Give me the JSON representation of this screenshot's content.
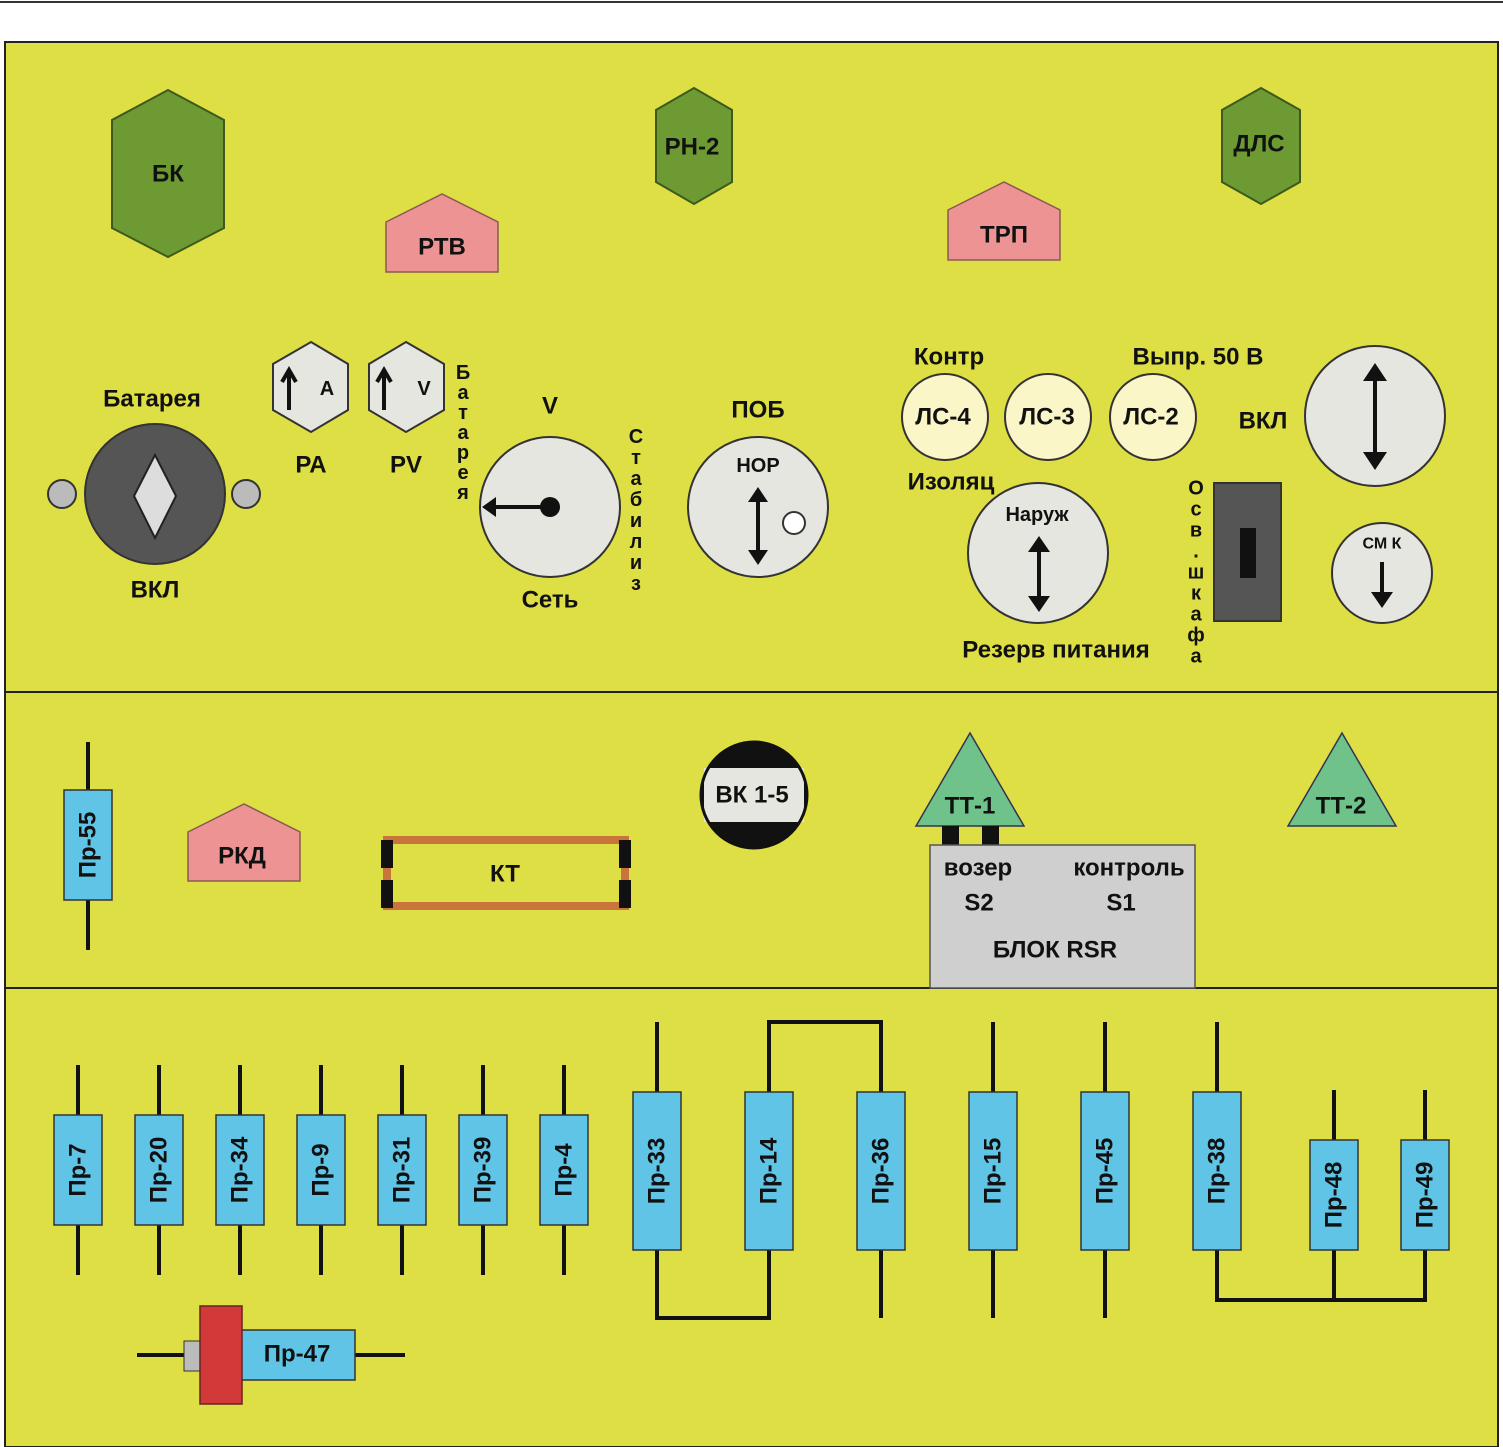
{
  "top": {
    "bk": "БК",
    "rn2": "РН-2",
    "dls": "ДЛС",
    "rtv": "РТВ",
    "trp": "ТРП"
  },
  "battery": {
    "title": "Батарея",
    "switch_label": "ВКЛ"
  },
  "meters": {
    "pa_glyph": "A",
    "pa_label": "РА",
    "pv_glyph": "V",
    "pv_label": "PV",
    "vertical_label": "Батарея"
  },
  "voltmeter": {
    "top": "V",
    "bottom": "Сеть",
    "vertical_label": "Стабилиз"
  },
  "pob": {
    "title": "ПОБ",
    "knob_label": "НОР"
  },
  "lamps": {
    "contr": "Контр",
    "vypr": "Выпр. 50 В",
    "ls4": "ЛС-4",
    "ls3": "ЛС-3",
    "ls2": "ЛС-2",
    "izolyac": "Изоляц"
  },
  "reserve": {
    "knob_label": "Наруж",
    "caption": "Резерв питания"
  },
  "cabinet_light": {
    "vertical_label": "Осв.шкафа"
  },
  "main_switch": {
    "label": "ВКЛ"
  },
  "smk": {
    "label": "СМ К"
  },
  "middle": {
    "pr55": "Пр-55",
    "rkd": "РКД",
    "kt": "КТ",
    "vk": "ВК 1-5",
    "tt1": "ТТ-1",
    "tt2": "ТТ-2"
  },
  "rsr": {
    "vozer": "возер",
    "kontrol": "контроль",
    "s2": "S2",
    "s1": "S1",
    "title": "БЛОК RSR"
  },
  "fuses": [
    "Пр-7",
    "Пр-20",
    "Пр-34",
    "Пр-9",
    "Пр-31",
    "Пр-39",
    "Пр-4",
    "Пр-33",
    "Пр-14",
    "Пр-36",
    "Пр-15",
    "Пр-45",
    "Пр-38",
    "Пр-48",
    "Пр-49"
  ],
  "pr47": "Пр-47",
  "colors": {
    "panel": "#dede45",
    "fuse": "#5fc4e6",
    "relay": "#ee9393",
    "hex": "#6e9a34",
    "tt": "#6fc28a"
  }
}
